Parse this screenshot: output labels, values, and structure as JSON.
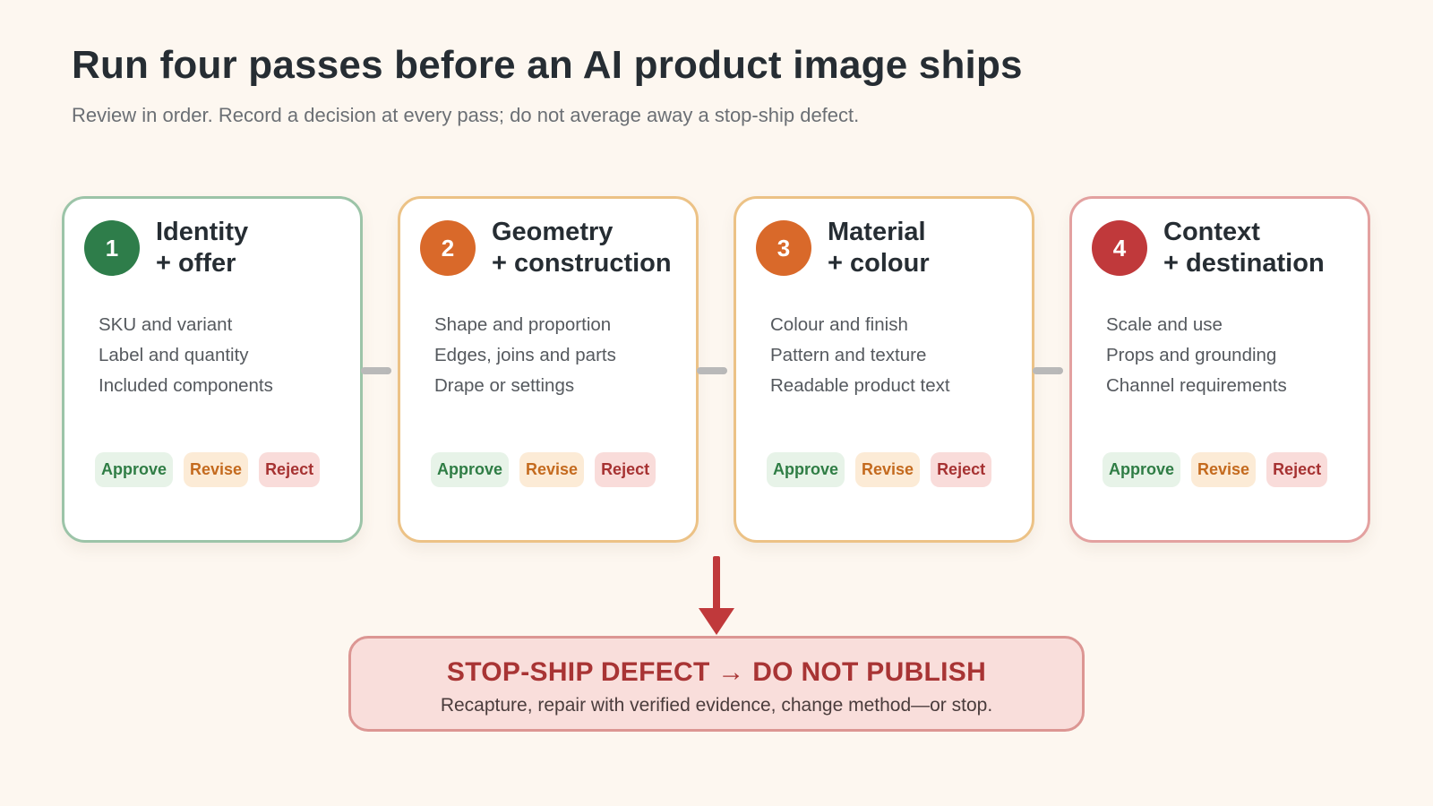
{
  "header": {
    "title": "Run four passes before an AI product image ships",
    "subtitle": "Review in order. Record a decision at every pass; do not average away a stop-ship defect."
  },
  "passes": [
    {
      "number": "1",
      "title_line1": "Identity",
      "title_line2": "+ offer",
      "color": "#2e7d4a",
      "items": [
        "SKU and variant",
        "Label and quantity",
        "Included components"
      ]
    },
    {
      "number": "2",
      "title_line1": "Geometry",
      "title_line2": "+ construction",
      "color": "#d9692a",
      "items": [
        "Shape and proportion",
        "Edges, joins and parts",
        "Drape or settings"
      ]
    },
    {
      "number": "3",
      "title_line1": "Material",
      "title_line2": "+ colour",
      "color": "#d9692a",
      "items": [
        "Colour and finish",
        "Pattern and texture",
        "Readable product text"
      ]
    },
    {
      "number": "4",
      "title_line1": "Context",
      "title_line2": "+ destination",
      "color": "#c0393b",
      "items": [
        "Scale and use",
        "Props and grounding",
        "Channel requirements"
      ]
    }
  ],
  "decisions": {
    "approve": "Approve",
    "revise": "Revise",
    "reject": "Reject"
  },
  "stop": {
    "title": "STOP-SHIP DEFECT → DO NOT PUBLISH",
    "text": "Recapture, repair with verified evidence, change method—or stop."
  }
}
